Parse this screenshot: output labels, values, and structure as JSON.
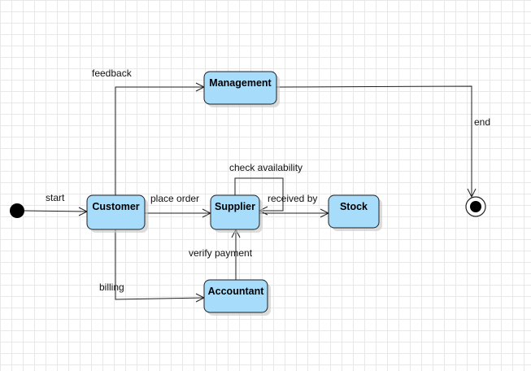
{
  "diagram": {
    "states": {
      "customer": "Customer",
      "management": "Management",
      "supplier": "Supplier",
      "stock": "Stock",
      "accountant": "Accountant"
    },
    "transitions": {
      "start": "start",
      "feedback": "feedback",
      "place_order": "place order",
      "check_availability": "check availability",
      "received_by": "received by",
      "verify_payment": "verify payment",
      "billing": "billing",
      "end": "end"
    },
    "colors": {
      "state_fill": "#a7dcfb",
      "border": "#1f1f1f",
      "grid": "#e8e8e8"
    }
  }
}
